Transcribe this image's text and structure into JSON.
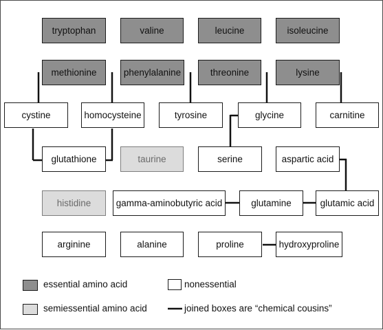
{
  "colors": {
    "essential": "#8e8e8e",
    "semiessential": "#dcdcdc",
    "nonessential": "#ffffff",
    "connector": "#111111"
  },
  "amino_acids": {
    "tryptophan": "tryptophan",
    "valine": "valine",
    "leucine": "leucine",
    "isoleucine": "isoleucine",
    "methionine": "methionine",
    "phenylalanine": "phenylalanine",
    "threonine": "threonine",
    "lysine": "lysine",
    "cystine": "cystine",
    "homocysteine": "homocysteine",
    "tyrosine": "tyrosine",
    "glycine": "glycine",
    "carnitine": "carnitine",
    "glutathione": "glutathione",
    "taurine": "taurine",
    "serine": "serine",
    "aspartic_acid": "aspartic acid",
    "histidine": "histidine",
    "gaba": "gamma-aminobutyric acid",
    "glutamine": "glutamine",
    "glutamic_acid": "glutamic acid",
    "arginine": "arginine",
    "alanine": "alanine",
    "proline": "proline",
    "hydroxyproline": "hydroxyproline"
  },
  "legend": {
    "essential": "essential amino acid",
    "nonessential": "nonessential",
    "semiessential": "semiessential amino acid",
    "cousins": "joined boxes are “chemical cousins”"
  }
}
